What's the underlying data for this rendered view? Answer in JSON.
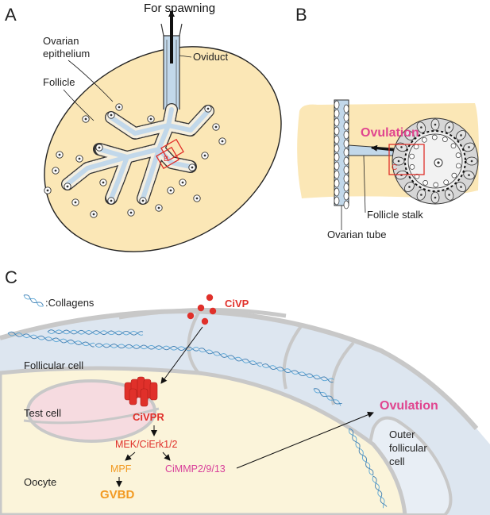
{
  "panels": {
    "a": {
      "letter": "A",
      "labels": {
        "for_spawning": "For spawning",
        "oviduct": "Oviduct",
        "ovarian_epithelium_line1": "Ovarian",
        "ovarian_epithelium_line2": "epithelium",
        "follicle": "Follicle",
        "inset_marker": "B"
      }
    },
    "b": {
      "letter": "B",
      "labels": {
        "ovulation": "Ovulation",
        "follicle_stalk": "Follicle stalk",
        "ovarian_tube": "Ovarian tube",
        "inset_marker": "C"
      }
    },
    "c": {
      "letter": "C",
      "labels": {
        "collagens": ":Collagens",
        "civp": "CiVP",
        "follicular_cell": "Follicular cell",
        "test_cell": "Test cell",
        "civpr": "CiVPR",
        "mek": "MEK/CiErk1/2",
        "mpf": "MPF",
        "gvbd": "GVBD",
        "cimmp": "CiMMP2/9/13",
        "oocyte": "Oocyte",
        "ovulation": "Ovulation",
        "outer_line1": "Outer",
        "outer_line2": "follicular",
        "outer_line3": "cell"
      }
    }
  },
  "colors": {
    "ovary_fill": "#fbe7b6",
    "tube_fill": "#c2d8ea",
    "ovulation_magenta": "#e0458f",
    "civp_red": "#e0302a",
    "mpf_orange": "#f29a22",
    "mmp_pink": "#d83f9a",
    "oocyte_yellow": "#fbf4da",
    "follicular_blue": "#dde6f0",
    "test_cell_pink": "#f6dbe0",
    "collagen_blue": "#5aa6d6"
  }
}
